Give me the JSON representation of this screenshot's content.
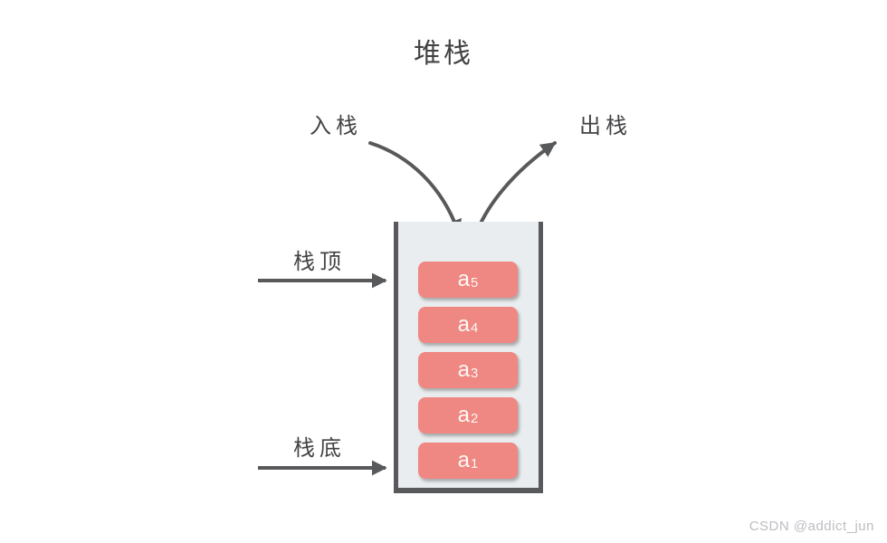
{
  "title": "堆栈",
  "diagram": {
    "push_label": "入栈",
    "pop_label": "出栈",
    "top_label": "栈顶",
    "bottom_label": "栈底",
    "stack_items": [
      {
        "base": "a",
        "sub": "5"
      },
      {
        "base": "a",
        "sub": "4"
      },
      {
        "base": "a",
        "sub": "3"
      },
      {
        "base": "a",
        "sub": "2"
      },
      {
        "base": "a",
        "sub": "1"
      }
    ]
  },
  "colors": {
    "item_fill": "#ef8782",
    "item_text": "#fdf8f5",
    "container_fill": "#eaedef",
    "container_border": "#58595b",
    "arrow": "#58595b",
    "text": "#424345",
    "watermark": "#bdbdc3",
    "bg": "#ffffff"
  },
  "watermark": "CSDN @addict_jun"
}
